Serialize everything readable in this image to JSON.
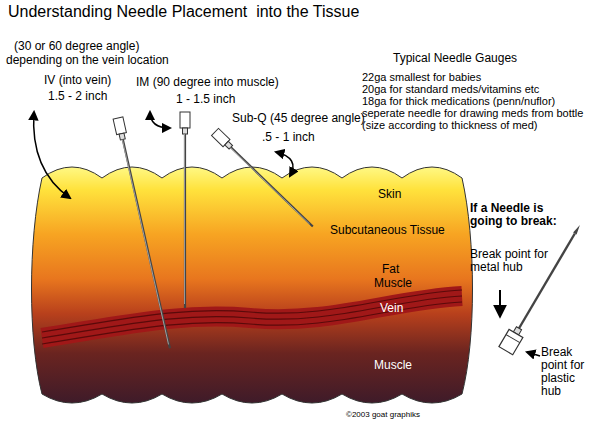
{
  "diagram": {
    "title": "Understanding Needle Placement  into the Tissue",
    "nodes": [
      {
        "text": [
          "Skin"
        ]
      },
      {
        "text": [
          "Subcutaneous Tissue"
        ]
      },
      {
        "text": [
          "Fat"
        ]
      },
      {
        "text": [
          "Muscle"
        ]
      },
      {
        "text": [
          "Vein"
        ]
      },
      {
        "text": [
          "Muscle"
        ]
      }
    ],
    "labels": [
      "(30 or 60 degree angle)",
      "depending on the vein location",
      "IV (into vein)",
      "1.5 - 2 inch",
      "IM (90 degree into muscle)",
      "1 - 1.5 inch",
      "Sub-Q (45 degree angle)",
      ".5 - 1 inch",
      "Typical Needle Gauges",
      "22ga smallest for babies",
      "20ga for standard meds/vitamins etc",
      "18ga for thick medications (penn/nuflor)",
      "seperate needle for drawing meds from bottle",
      "(size according to thickness of med)",
      "If a Needle is going to break:",
      "Break point for metal hub",
      "Break point for plastic hub",
      "©2003 goat graphiks"
    ]
  }
}
